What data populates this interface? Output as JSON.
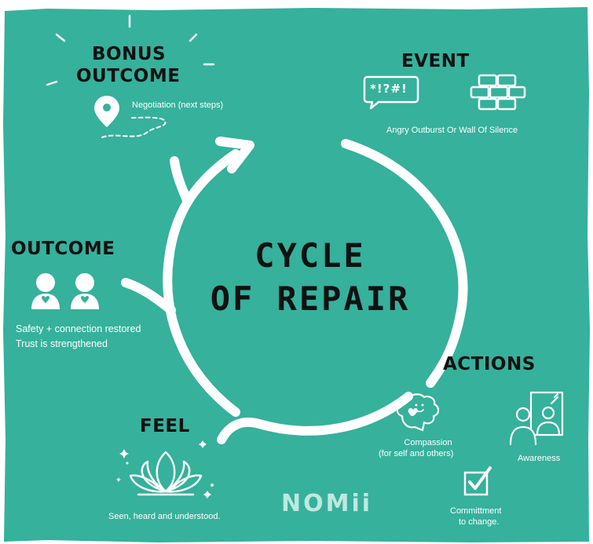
{
  "colors": {
    "background": "#35b19c",
    "foreground": "#ffffff",
    "heading": "#111111",
    "brand": "#bfe8e0"
  },
  "title": {
    "line1": "CYCLE",
    "line2": "OF REPAIR"
  },
  "stages": {
    "event": {
      "heading": "EVENT",
      "bubble_text": "*!?#!",
      "caption": "Angry Outburst Or Wall Of Silence",
      "icons": [
        "speech-bubble-icon",
        "brick-wall-icon"
      ]
    },
    "actions": {
      "heading": "ACTIONS",
      "items": [
        {
          "icon": "brain-heart-icon",
          "label_line1": "Compassion",
          "label_line2": "(for self and others)"
        },
        {
          "icon": "mirror-person-icon",
          "label_line1": "Awareness",
          "label_line2": ""
        },
        {
          "icon": "checkbox-icon",
          "label_line1": "Committment",
          "label_line2": "to change."
        }
      ]
    },
    "feel": {
      "heading": "FEEL",
      "icon": "lotus-icon",
      "caption": "Seen, heard and understood."
    },
    "outcome": {
      "heading": "OUTCOME",
      "icon": "two-people-hearts-icon",
      "caption_line1": "Safety + connection restored",
      "caption_line2": "Trust is strengthened"
    },
    "bonus": {
      "heading_line1": "BONUS",
      "heading_line2": "OUTCOME",
      "icon": "location-pin-icon",
      "caption": "Negotiation (next steps)"
    }
  },
  "brand": {
    "logo": "NOMii"
  }
}
